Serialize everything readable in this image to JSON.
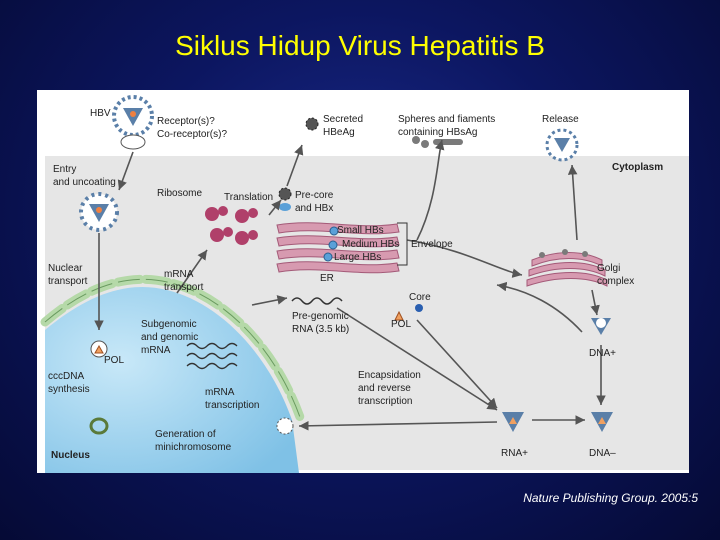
{
  "slide": {
    "title": "Siklus Hidup Virus Hepatitis B",
    "credit": "Nature Publishing Group. 2005:5"
  },
  "diagram": {
    "hbv": "HBV",
    "receptor": "Receptor(s)?",
    "coreceptor": "Co-receptor(s)?",
    "secreted_1": "Secreted",
    "secreted_2": "HBeAg",
    "spheres_1": "Spheres and fiaments",
    "spheres_2": "containing HBsAg",
    "release": "Release",
    "cytoplasm": "Cytoplasm",
    "entry_1": "Entry",
    "entry_2": "and uncoating",
    "ribosome": "Ribosome",
    "translation": "Translation",
    "precore_1": "Pre-core",
    "precore_2": "and HBx",
    "small_hbs": "Small HBs",
    "medium_hbs": "Medium HBs",
    "large_hbs": "Large HBs",
    "envelope": "Envelope",
    "er": "ER",
    "golgi_1": "Golgi",
    "golgi_2": "complex",
    "nuclear_1": "Nuclear",
    "nuclear_2": "transport",
    "mrna_t_1": "mRNA",
    "mrna_t_2": "transport",
    "core": "Core",
    "pregenomic_1": "Pre-genomic",
    "pregenomic_2": "RNA (3.5 kb)",
    "pol": "POL",
    "subgenomic_1": "Subgenomic",
    "subgenomic_2": "and genomic",
    "subgenomic_3": "mRNA",
    "pol_nucleus": "POL",
    "cccdna_1": "cccDNA",
    "cccdna_2": "synthesis",
    "mrna_tx_1": "mRNA",
    "mrna_tx_2": "transcription",
    "encaps_1": "Encapsidation",
    "encaps_2": "and reverse",
    "encaps_3": "transcription",
    "dna_plus": "DNA+",
    "rna_plus": "RNA+",
    "dna_minus": "DNA–",
    "generation_1": "Generation of",
    "generation_2": "minichromosome",
    "nucleus": "Nucleus"
  },
  "colors": {
    "title": "#ffff00",
    "cytoplasm_bg": "#e6e6e6",
    "nucleus_fill": "#9fd3ef",
    "nuclear_pore": "#b5d9a8",
    "organelle": "#c9879f",
    "ribosome": "#b0406a",
    "virus_ring": "#5a7fa8",
    "arrow": "#555555"
  }
}
